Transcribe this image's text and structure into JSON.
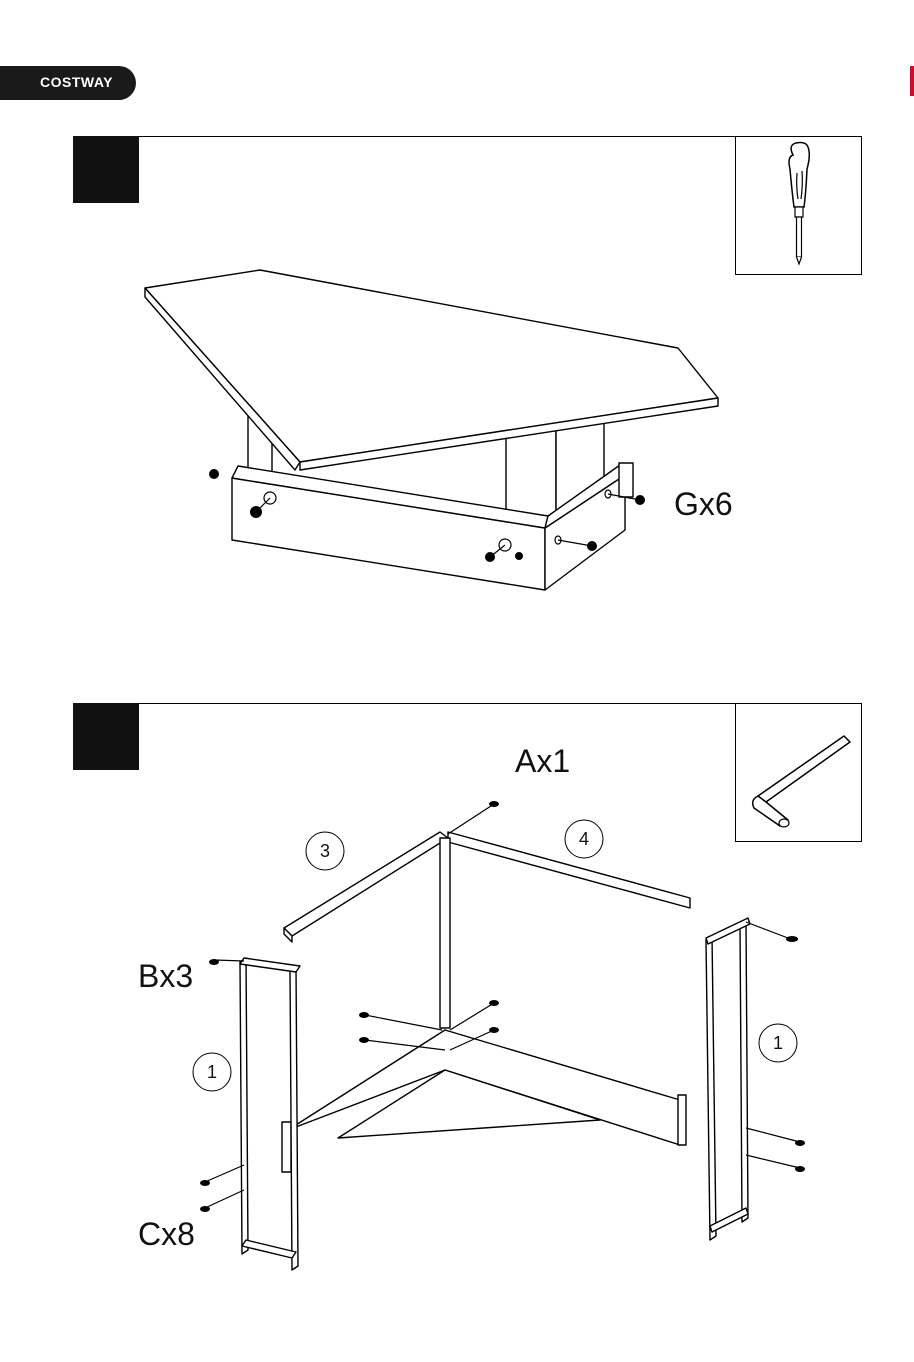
{
  "header": {
    "brand": "COSTWAY",
    "accent_color": "#c8102e"
  },
  "steps": [
    {
      "tool_icon": "screwdriver-icon",
      "callouts": {
        "hardware": "Gx6"
      }
    },
    {
      "tool_icon": "hex-key-icon",
      "callouts": {
        "hardware_a": "Ax1",
        "hardware_b": "Bx3",
        "hardware_c": "Cx8"
      },
      "part_numbers": {
        "part_3": "3",
        "part_4": "4",
        "part_1_left": "1",
        "part_1_right": "1"
      }
    }
  ]
}
